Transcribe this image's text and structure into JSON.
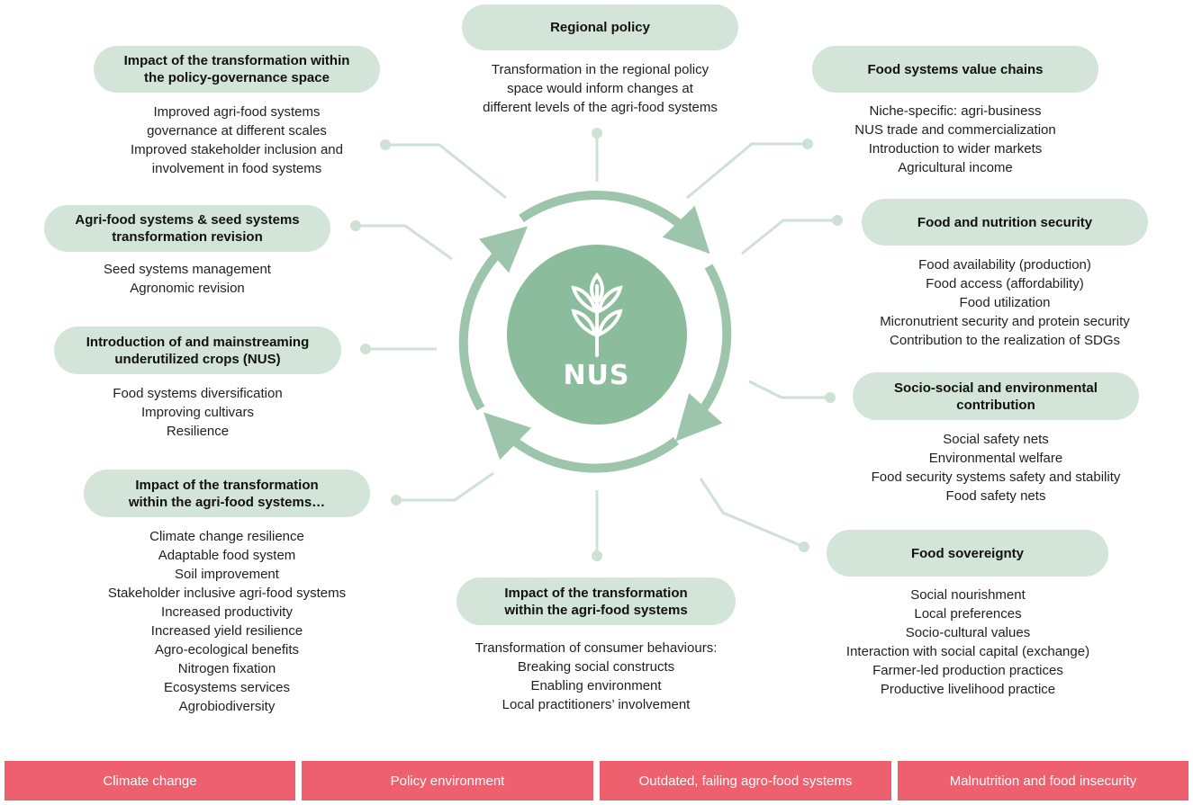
{
  "center": {
    "label": "NUS",
    "icon": "wheat-icon"
  },
  "colors": {
    "box_fill": "#d3e5d9",
    "center_fill": "#8bbc9b",
    "cycle_arrow": "#9cc5ac",
    "connector": "#cfe0d4",
    "bottom_bar": "#ee606d"
  },
  "nodes": {
    "regional_policy": {
      "title": "Regional policy",
      "items": [
        "Transformation in the regional policy",
        "space would inform changes at",
        "different levels of the agri-food systems"
      ]
    },
    "policy_governance": {
      "title_lines": [
        "Impact of the transformation within",
        "the policy-governance space"
      ],
      "items": [
        "Improved agri-food systems",
        "governance at different scales",
        "Improved stakeholder inclusion and",
        "involvement in food systems"
      ]
    },
    "seed_systems": {
      "title_lines": [
        "Agri-food systems & seed systems",
        "transformation revision"
      ],
      "items": [
        "Seed systems management",
        "Agronomic revision"
      ]
    },
    "mainstreaming": {
      "title_lines": [
        "Introduction of and mainstreaming",
        "underutilized crops (NUS)"
      ],
      "items": [
        "Food systems diversification",
        "Improving cultivars",
        "Resilience"
      ]
    },
    "agrifood_impact_left": {
      "title_lines": [
        "Impact of the transformation",
        "within the agri-food systems…"
      ],
      "items": [
        "Climate change resilience",
        "Adaptable food system",
        "Soil improvement",
        "Stakeholder inclusive agri-food systems",
        "Increased productivity",
        "Increased yield resilience",
        "Agro-ecological benefits",
        "Nitrogen fixation",
        "Ecosystems services",
        "Agrobiodiversity"
      ]
    },
    "agrifood_impact_bottom": {
      "title_lines": [
        "Impact of the transformation",
        "within the agri-food systems"
      ],
      "items": [
        "Transformation of consumer behaviours:",
        "Breaking social constructs",
        "Enabling environment",
        "Local practitioners’ involvement"
      ]
    },
    "value_chains": {
      "title": "Food systems value chains",
      "items": [
        "Niche-specific: agri-business",
        "NUS trade and commercialization",
        "Introduction to wider markets",
        "Agricultural income"
      ]
    },
    "nutrition_security": {
      "title": "Food and nutrition security",
      "items": [
        "Food availability (production)",
        "Food access (affordability)",
        "Food utilization",
        "Micronutrient security and protein security",
        "Contribution to the realization of SDGs"
      ]
    },
    "socio_env": {
      "title_lines": [
        "Socio-social and environmental",
        "contribution"
      ],
      "items": [
        "Social safety nets",
        "Environmental welfare",
        "Food security systems safety and stability",
        "Food safety nets"
      ]
    },
    "sovereignty": {
      "title": "Food sovereignty",
      "items": [
        "Social nourishment",
        "Local preferences",
        "Socio-cultural values",
        "Interaction with social capital (exchange)",
        "Farmer-led production practices",
        "Productive livelihood practice"
      ]
    }
  },
  "bottom_bars": [
    "Climate change",
    "Policy environment",
    "Outdated, failing agro-food systems",
    "Malnutrition and food insecurity"
  ]
}
